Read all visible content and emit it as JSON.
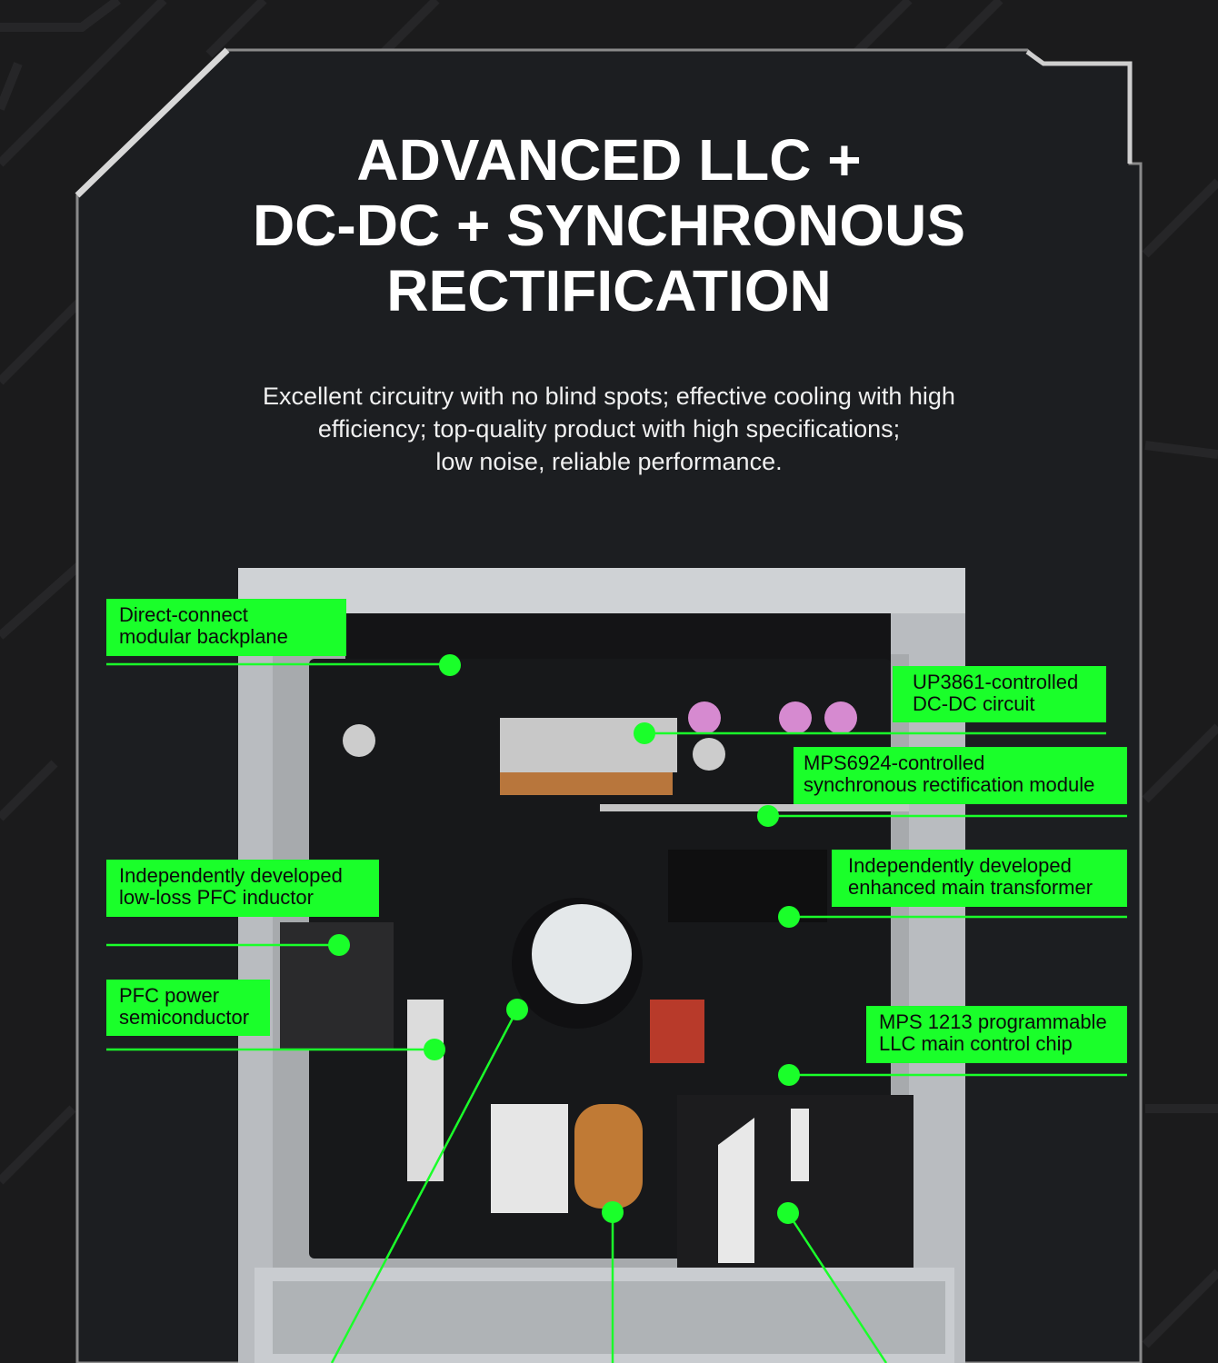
{
  "headline": {
    "line1": "ADVANCED LLC +",
    "line2": "DC-DC + SYNCHRONOUS",
    "line3": "RECTIFICATION"
  },
  "description": {
    "line1": "Excellent circuitry with no blind spots; effective cooling with high",
    "line2": "efficiency; top-quality product with high specifications;",
    "line3": "low noise, reliable performance."
  },
  "callouts": [
    {
      "line1": "Direct-connect",
      "line2": "modular backplane"
    },
    {
      "line1": "UP3861-controlled",
      "line2": "DC-DC circuit"
    },
    {
      "line1": "MPS6924-controlled",
      "line2": "synchronous rectification module"
    },
    {
      "line1": "Independently developed",
      "line2": "enhanced main transformer"
    },
    {
      "line1": "Independently developed",
      "line2": "low-loss PFC inductor"
    },
    {
      "line1": "PFC power",
      "line2": "semiconductor"
    },
    {
      "line1": "MPS 1213 programmable",
      "line2": "LLC main control chip"
    }
  ],
  "colors": {
    "accent": "#1aff2a",
    "background": "#1b1b1c",
    "panel": "#1c1e21"
  }
}
